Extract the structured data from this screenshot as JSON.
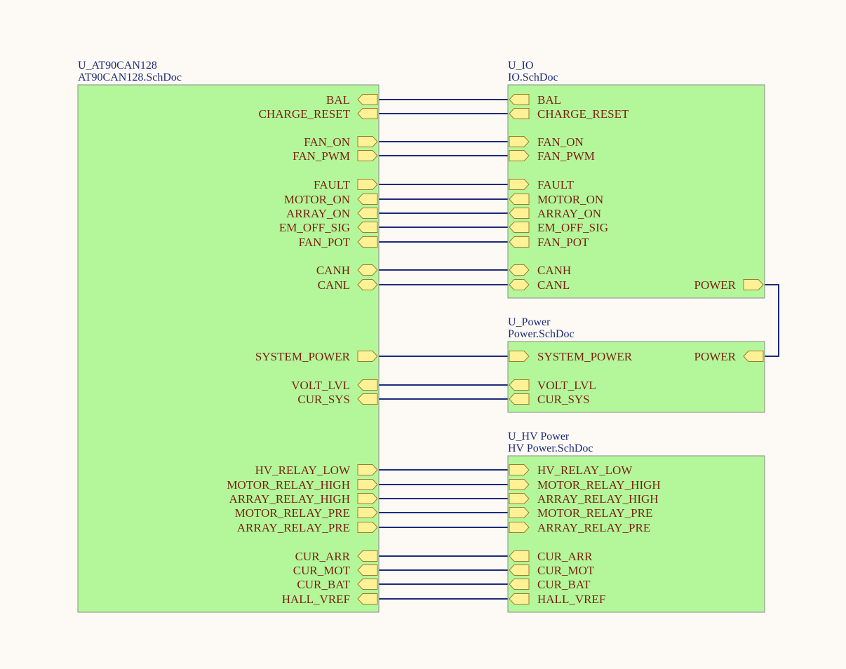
{
  "colors": {
    "background": "#fdfaf6",
    "sheet_fill": "#b4f79b",
    "port_fill": "#fff296",
    "wire": "#1e2a7a",
    "port_text": "#7a1f12",
    "header_text": "#1e2a7a"
  },
  "blocks": [
    {
      "id": "at90",
      "designator": "U_AT90CAN128",
      "filename": "AT90CAN128.SchDoc",
      "ports": [
        "BAL",
        "CHARGE_RESET",
        "FAN_ON",
        "FAN_PWM",
        "FAULT",
        "MOTOR_ON",
        "ARRAY_ON",
        "EM_OFF_SIG",
        "FAN_POT",
        "CANH",
        "CANL",
        "SYSTEM_POWER",
        "VOLT_LVL",
        "CUR_SYS",
        "HV_RELAY_LOW",
        "MOTOR_RELAY_HIGH",
        "ARRAY_RELAY_HIGH",
        "MOTOR_RELAY_PRE",
        "ARRAY_RELAY_PRE",
        "CUR_ARR",
        "CUR_MOT",
        "CUR_BAT",
        "HALL_VREF"
      ]
    },
    {
      "id": "io",
      "designator": "U_IO",
      "filename": "IO.SchDoc",
      "ports": [
        "BAL",
        "CHARGE_RESET",
        "FAN_ON",
        "FAN_PWM",
        "FAULT",
        "MOTOR_ON",
        "ARRAY_ON",
        "EM_OFF_SIG",
        "FAN_POT",
        "CANH",
        "CANL",
        "POWER"
      ]
    },
    {
      "id": "power",
      "designator": "U_Power",
      "filename": "Power.SchDoc",
      "ports": [
        "SYSTEM_POWER",
        "POWER",
        "VOLT_LVL",
        "CUR_SYS"
      ]
    },
    {
      "id": "hv",
      "designator": "U_HV Power",
      "filename": "HV Power.SchDoc",
      "ports": [
        "HV_RELAY_LOW",
        "MOTOR_RELAY_HIGH",
        "ARRAY_RELAY_HIGH",
        "MOTOR_RELAY_PRE",
        "ARRAY_RELAY_PRE",
        "CUR_ARR",
        "CUR_MOT",
        "CUR_BAT",
        "HALL_VREF"
      ]
    }
  ],
  "connections": [
    [
      "BAL",
      "io"
    ],
    [
      "CHARGE_RESET",
      "io"
    ],
    [
      "FAN_ON",
      "io"
    ],
    [
      "FAN_PWM",
      "io"
    ],
    [
      "FAULT",
      "io"
    ],
    [
      "MOTOR_ON",
      "io"
    ],
    [
      "ARRAY_ON",
      "io"
    ],
    [
      "EM_OFF_SIG",
      "io"
    ],
    [
      "FAN_POT",
      "io"
    ],
    [
      "CANH",
      "io"
    ],
    [
      "CANL",
      "io"
    ],
    [
      "SYSTEM_POWER",
      "power"
    ],
    [
      "VOLT_LVL",
      "power"
    ],
    [
      "CUR_SYS",
      "power"
    ],
    [
      "HV_RELAY_LOW",
      "hv"
    ],
    [
      "MOTOR_RELAY_HIGH",
      "hv"
    ],
    [
      "ARRAY_RELAY_HIGH",
      "hv"
    ],
    [
      "MOTOR_RELAY_PRE",
      "hv"
    ],
    [
      "ARRAY_RELAY_PRE",
      "hv"
    ],
    [
      "CUR_ARR",
      "hv"
    ],
    [
      "CUR_MOT",
      "hv"
    ],
    [
      "CUR_BAT",
      "hv"
    ],
    [
      "HALL_VREF",
      "hv"
    ],
    [
      "POWER",
      "io-power"
    ]
  ]
}
